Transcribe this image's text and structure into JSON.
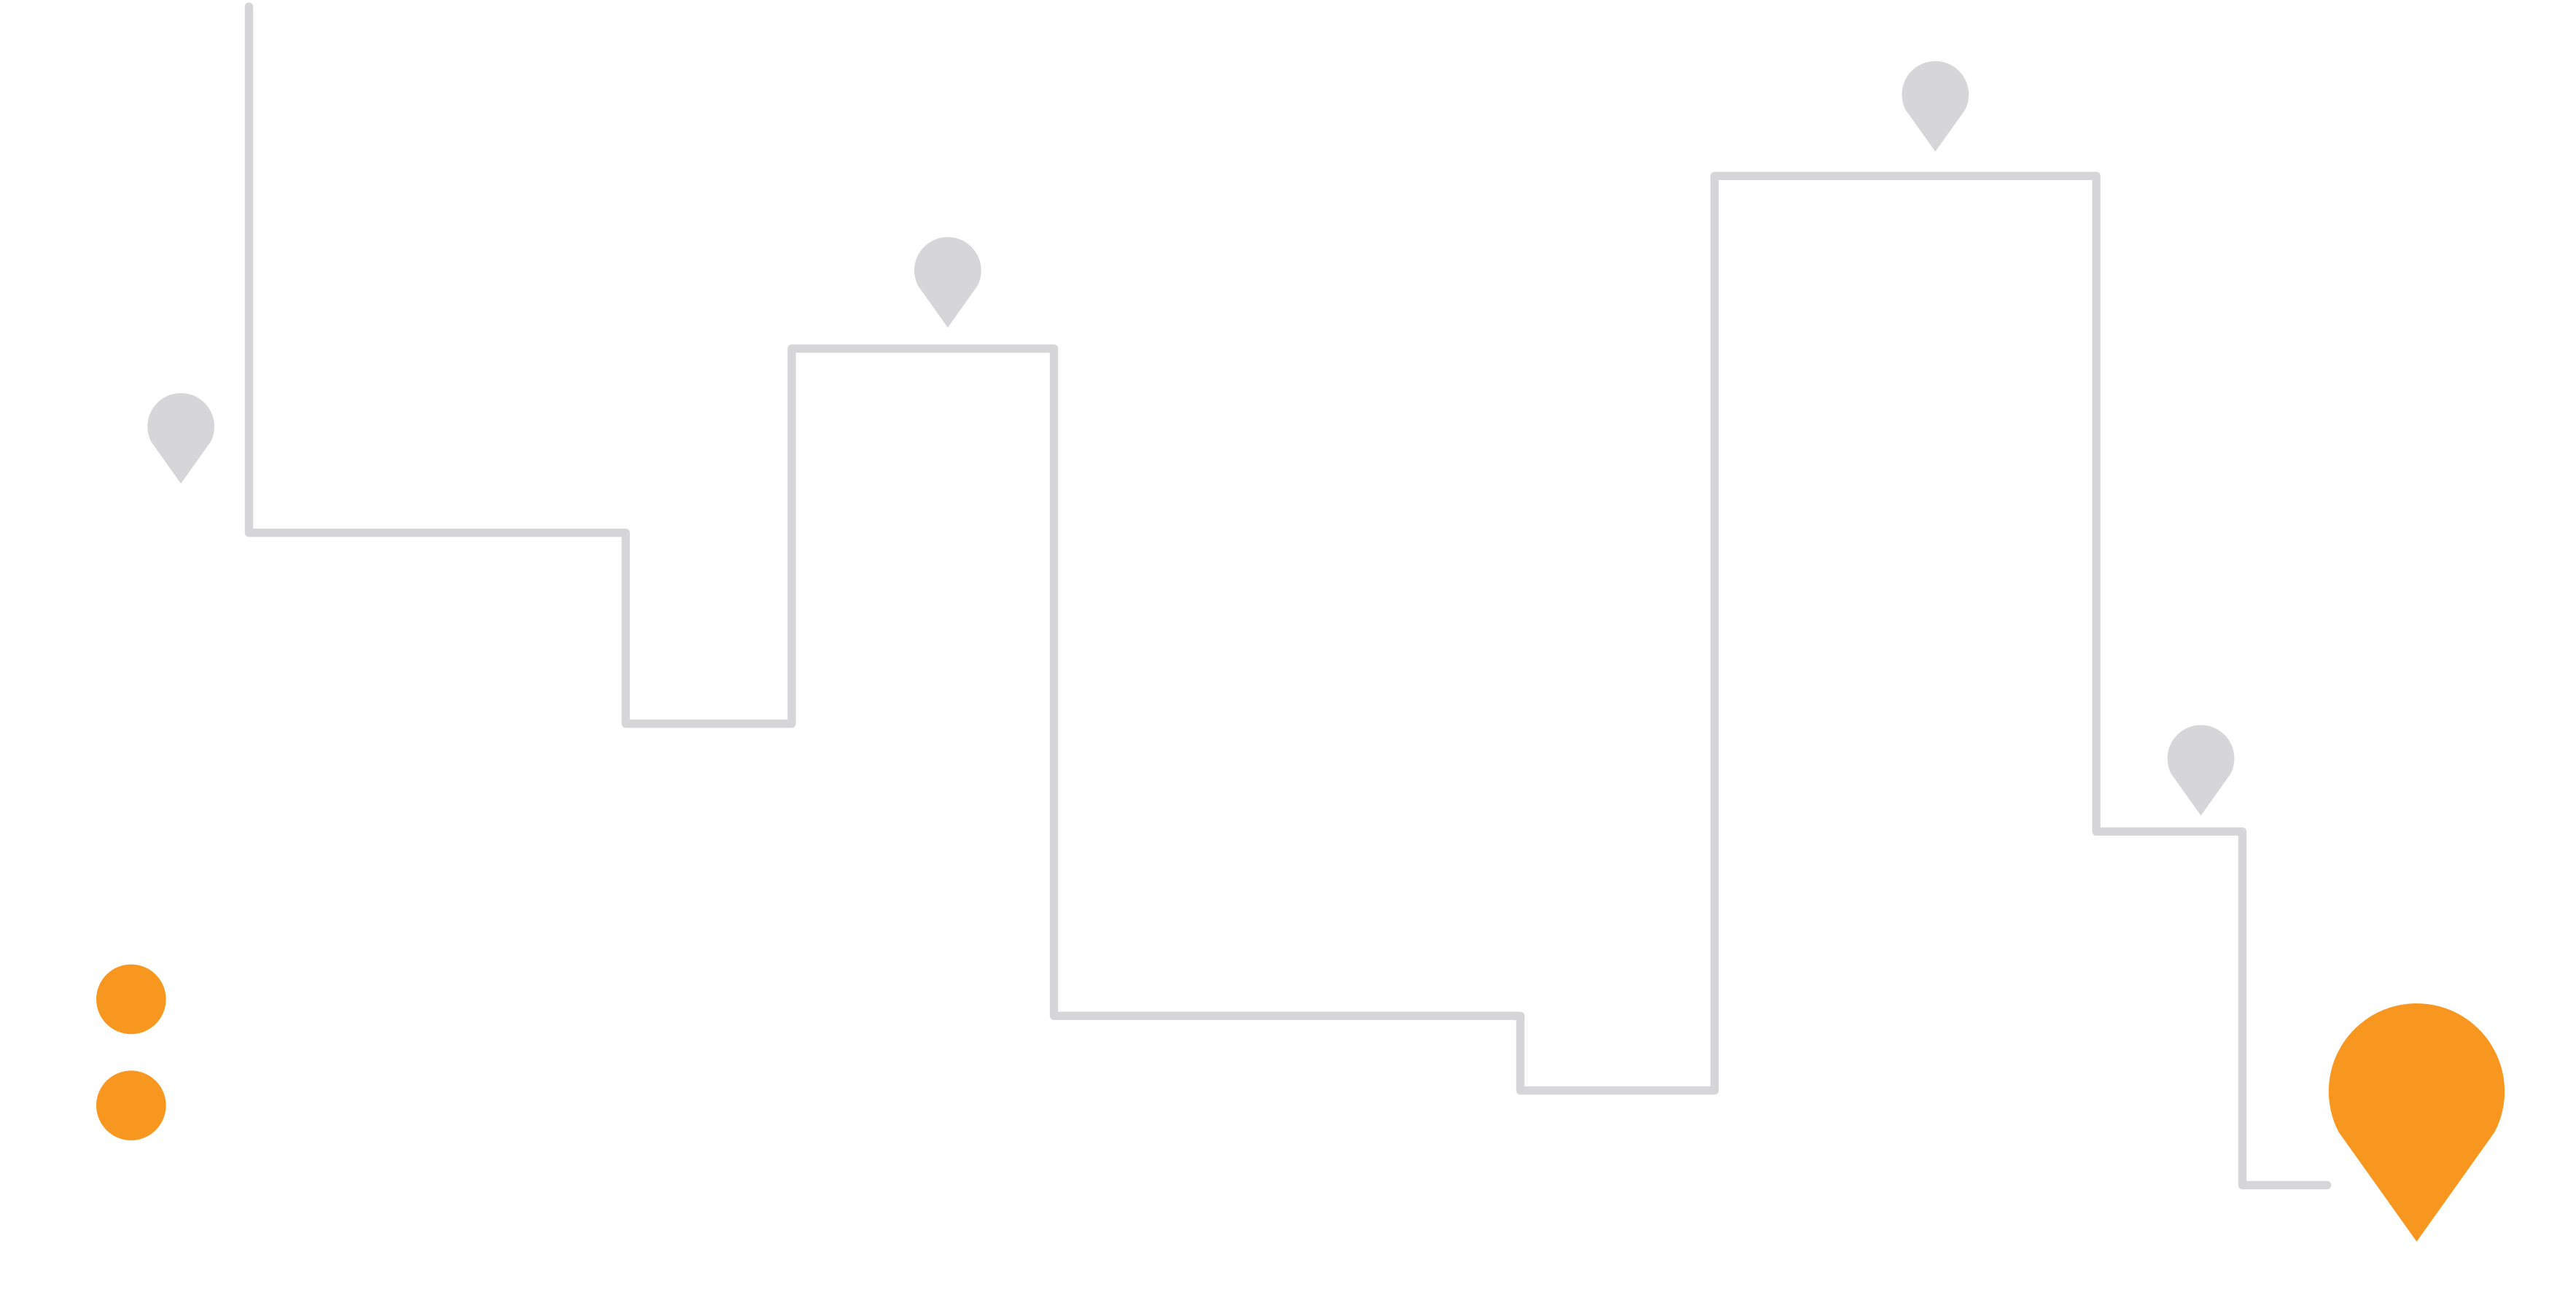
{
  "colors": {
    "background": "#ffffff",
    "path": "#d6d6d8",
    "marker_inactive": "#d6d6d8",
    "marker_active": "#f7971f",
    "dot": "#f7971f"
  },
  "path": {
    "style": "stepped-line"
  },
  "markers": [
    {
      "icon": "map-pin-icon",
      "state": "inactive"
    },
    {
      "icon": "map-pin-icon",
      "state": "inactive"
    },
    {
      "icon": "map-pin-icon",
      "state": "inactive"
    },
    {
      "icon": "map-pin-icon",
      "state": "inactive"
    },
    {
      "icon": "map-pin-icon",
      "state": "active"
    }
  ],
  "dots": [
    {
      "icon": "dot-icon"
    },
    {
      "icon": "dot-icon"
    }
  ]
}
